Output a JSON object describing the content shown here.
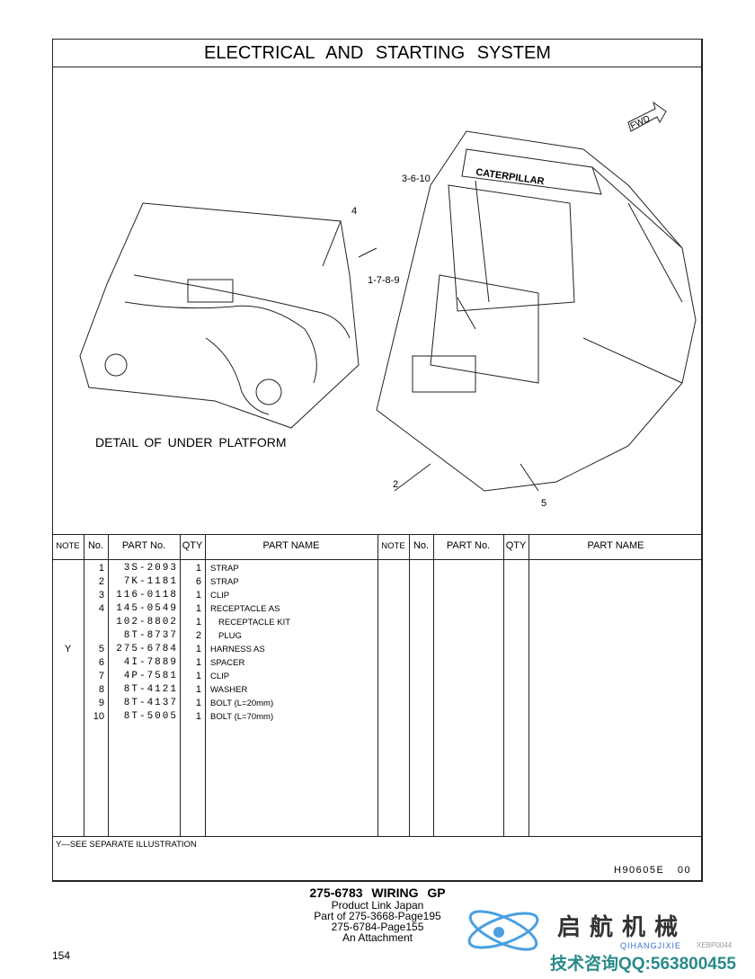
{
  "title": "ELECTRICAL AND STARTING SYSTEM",
  "illustration": {
    "detail_caption": "DETAIL OF UNDER PLATFORM",
    "fwd": "FWD",
    "brand": "CATERPILLAR",
    "callouts": [
      "3-6-10",
      "1-7-8-9",
      "4",
      "2",
      "5"
    ]
  },
  "table": {
    "headers": {
      "note": "NOTE",
      "no": "No.",
      "part_no": "PART No.",
      "qty": "QTY",
      "part_name": "PART NAME"
    },
    "rows": [
      {
        "note": "",
        "no": "1",
        "part_no": "3S-2093",
        "qty": "1",
        "name": "STRAP"
      },
      {
        "note": "",
        "no": "2",
        "part_no": "7K-1181",
        "qty": "6",
        "name": "STRAP"
      },
      {
        "note": "",
        "no": "3",
        "part_no": "116-0118",
        "qty": "1",
        "name": "CLIP"
      },
      {
        "note": "",
        "no": "4",
        "part_no": "145-0549",
        "qty": "1",
        "name": "RECEPTACLE AS"
      },
      {
        "note": "",
        "no": "",
        "part_no": "102-8802",
        "qty": "1",
        "name": "RECEPTACLE KIT",
        "indent": true
      },
      {
        "note": "",
        "no": "",
        "part_no": "8T-8737",
        "qty": "2",
        "name": "PLUG",
        "indent": true
      },
      {
        "note": "Y",
        "no": "5",
        "part_no": "275-6784",
        "qty": "1",
        "name": "HARNESS AS"
      },
      {
        "note": "",
        "no": "6",
        "part_no": "4I-7889",
        "qty": "1",
        "name": "SPACER"
      },
      {
        "note": "",
        "no": "7",
        "part_no": "4P-7581",
        "qty": "1",
        "name": "CLIP"
      },
      {
        "note": "",
        "no": "8",
        "part_no": "8T-4121",
        "qty": "1",
        "name": "WASHER"
      },
      {
        "note": "",
        "no": "9",
        "part_no": "8T-4137",
        "qty": "1",
        "name": "BOLT (L=20mm)"
      },
      {
        "note": "",
        "no": "10",
        "part_no": "8T-5005",
        "qty": "1",
        "name": "BOLT (L=70mm)"
      }
    ]
  },
  "footnote": "Y—SEE SEPARATE ILLUSTRATION",
  "doc_code": "H90605E 00",
  "group": {
    "title": "275-6783 WIRING GP",
    "lines": [
      "Product Link Japan",
      "Part of 275-3668-Page195",
      "275-6784-Page155",
      "An Attachment"
    ]
  },
  "page_number": "154",
  "watermark": {
    "name": "启航机械",
    "pinyin": "QIHANGJIXIE",
    "contact": "技术咨询QQ:563800455",
    "code": "XEBP0044"
  }
}
